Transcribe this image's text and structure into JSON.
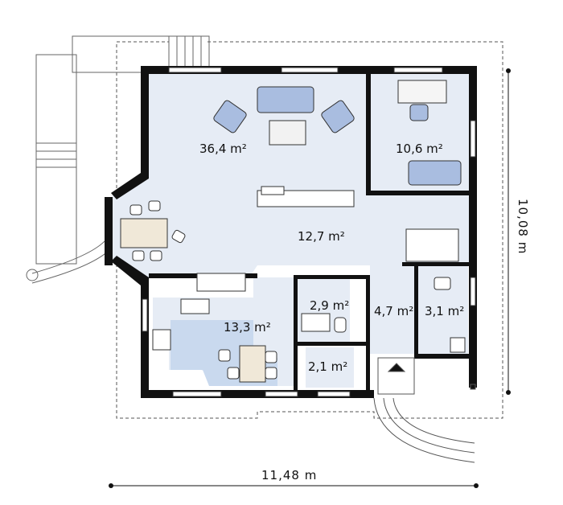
{
  "rooms": {
    "living": "36,4 m²",
    "bedroom": "10,6 m²",
    "hall": "12,7 m²",
    "kitchen": "13,3 m²",
    "bathroom": "2,9 m²",
    "office": "4,7 m²",
    "utility": "3,1 m²",
    "wc": "2,1 m²"
  },
  "dimensions": {
    "width": "11,48 m",
    "depth": "10,08 m"
  },
  "colors": {
    "floor": "#e6ecf5",
    "kitchen_floor": "#c9d9ee",
    "wall": "#111111",
    "furniture": "#a9bde0"
  }
}
